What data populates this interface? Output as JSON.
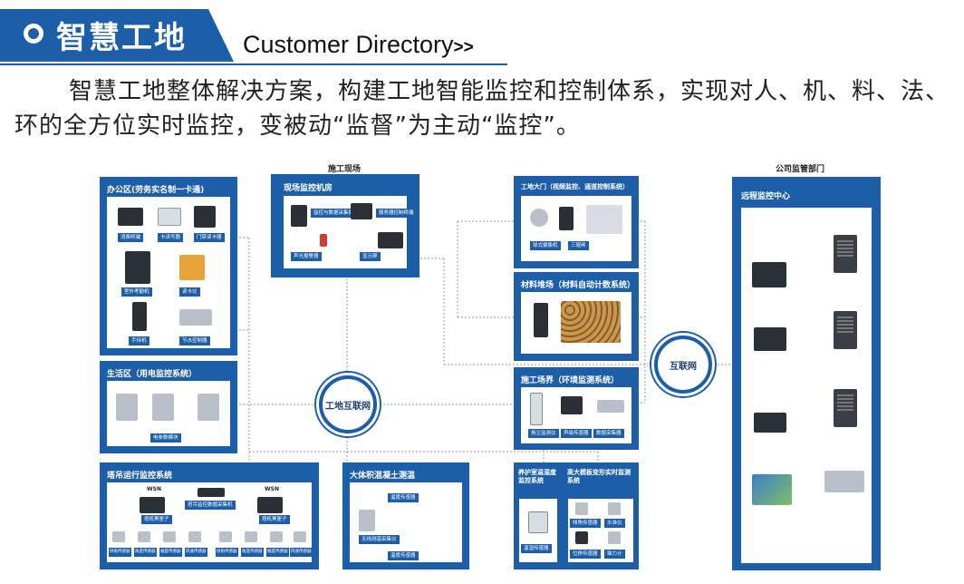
{
  "header": {
    "title": "智慧工地",
    "subtitle": "Customer Directory",
    "subtitle_suffix": ">>",
    "intro": "智慧工地整体解决方案，构建工地智能监控和控制体系，实现对人、机、料、法、环的全方位实时监控，变被动“监督”为主动“监控”。"
  },
  "zones": {
    "site": "施工现场",
    "company": "公司监管部门"
  },
  "hubs": {
    "site_network": "工地互联网",
    "internet": "互联网"
  },
  "panels": {
    "office": {
      "title": "办公区(劳务实名制一卡通)",
      "labels": [
        "消费终端",
        "卡读写器",
        "门禁读卡器",
        "室外考勤机",
        "读卡仪",
        "手持机",
        "节水控制器"
      ]
    },
    "room": {
      "title": "现场监控机房",
      "labels": [
        "监控与数据采集服务",
        "服务器控制终端",
        "声光报警器",
        "显示屏"
      ]
    },
    "gate": {
      "title": "工地大门（视频监控、通道控制系统）",
      "labels": [
        "球式摄像机",
        "三辊闸"
      ]
    },
    "material": {
      "title": "材料堆场（材料自动计数系统）"
    },
    "env": {
      "title": "施工场界（环境监测系统）",
      "labels": [
        "扬尘监测仪",
        "声级传感器",
        "数据采集器"
      ]
    },
    "living": {
      "title": "生活区（用电监控系统）",
      "labels": [
        "电参数模块"
      ]
    },
    "crane": {
      "title": "塔吊运行监控系统",
      "wsn": "WSN",
      "labels": [
        "塔吊监控数据采集机",
        "塔机黑匣子",
        "塔机黑匣子",
        "倾角传感器",
        "角度传感器",
        "幅度传感器",
        "风速传感器",
        "倾角传感器",
        "角度传感器",
        "幅度传感器",
        "风速传感器"
      ]
    },
    "concrete": {
      "title": "大体积混凝土测温",
      "labels": [
        "温度传感器",
        "无线测温采集仪",
        "温度传感器"
      ]
    },
    "curing": {
      "title": "养护室温湿度监控系统",
      "labels": [
        "温湿传感器"
      ]
    },
    "formwork": {
      "title": "高大模板变形实时监测系统",
      "labels": [
        "倾角传感器",
        "水准仪",
        "位移传感器",
        "轴力计"
      ]
    },
    "remote": {
      "title": "远程监控中心"
    }
  },
  "colors": {
    "brand_blue": "#1d5ea8",
    "hub_text": "#1d3e70"
  }
}
